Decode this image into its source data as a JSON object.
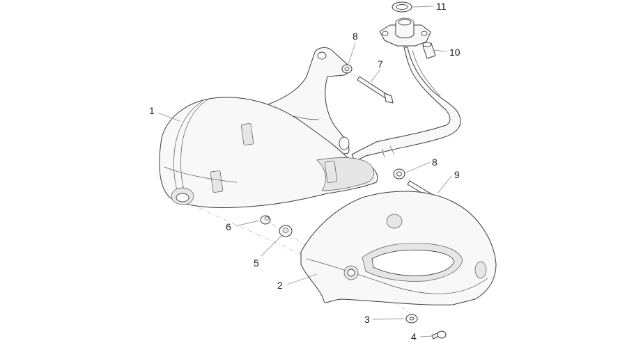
{
  "diagram": {
    "callouts": [
      {
        "id": "1",
        "label": "1"
      },
      {
        "id": "2",
        "label": "2"
      },
      {
        "id": "3",
        "label": "3"
      },
      {
        "id": "4",
        "label": "4"
      },
      {
        "id": "5",
        "label": "5"
      },
      {
        "id": "6",
        "label": "6"
      },
      {
        "id": "7",
        "label": "7"
      },
      {
        "id": "8a",
        "label": "8"
      },
      {
        "id": "8b",
        "label": "8"
      },
      {
        "id": "9",
        "label": "9"
      },
      {
        "id": "10",
        "label": "10"
      },
      {
        "id": "11",
        "label": "11"
      }
    ]
  }
}
